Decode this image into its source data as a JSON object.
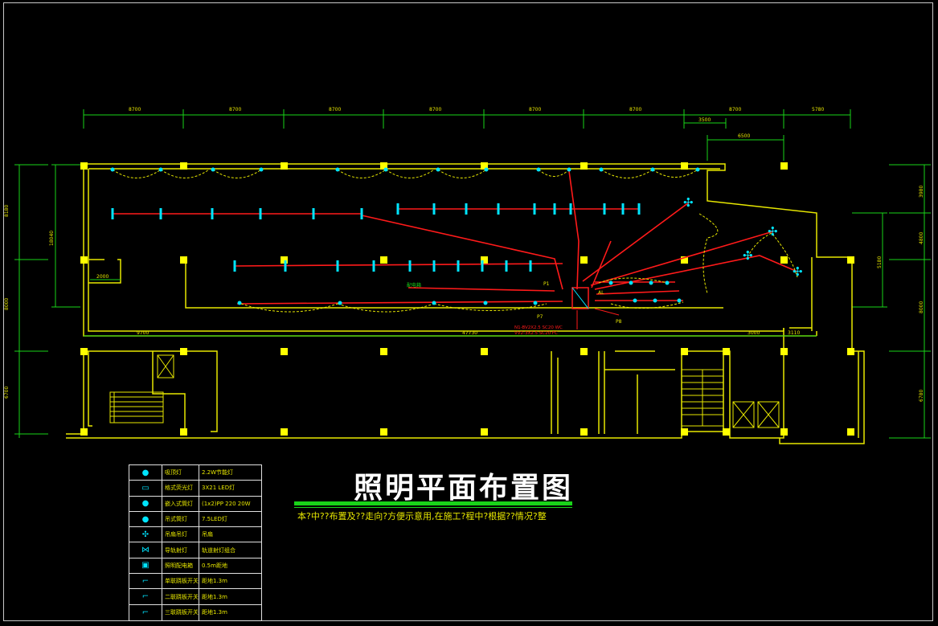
{
  "drawing": {
    "title": "照明平面布置图",
    "note": "本?中??布置及??走向?方便示意用,在施工?程中?根据??情况?整"
  },
  "dimensions": {
    "top": [
      "8700",
      "8700",
      "8700",
      "8700",
      "8700",
      "8700",
      "8700",
      "5780"
    ],
    "top_sub_1": "3500",
    "top_sub_2": "6500",
    "left_outer": [
      "8180",
      "8000",
      "6700"
    ],
    "left_inner": "18040",
    "right_outer": [
      "3980",
      "4800",
      "8000",
      "6780"
    ],
    "right_inner": "5180",
    "bottom_a": "9700",
    "bottom_b": "47730",
    "bottom_c": "3000",
    "bottom_d": "3110",
    "small_1": "2000"
  },
  "panel": {
    "label_top": "AL",
    "circuit_1": "N1-BV2X2.5 SC20 WC",
    "circuit_2": "VV2-3X2.5 SC20 FC",
    "tag_p1": "P1",
    "tag_p2": "P7",
    "tag_p3": "P8",
    "tag_zone": "配电箱"
  },
  "legend": {
    "rows": [
      {
        "icon": "ceiling-lamp-icon",
        "glyph": "●",
        "name": "吸顶灯",
        "spec": "2.2W节能灯"
      },
      {
        "icon": "fluorescent-icon",
        "glyph": "▭",
        "name": "格式荧光灯",
        "spec": "3X21 LED灯"
      },
      {
        "icon": "recessed-lamp-icon",
        "glyph": "●",
        "name": "嵌入式筒灯",
        "spec": "(1x2)PP 220 20W"
      },
      {
        "icon": "pendant-lamp-icon",
        "glyph": "●",
        "name": "吊式筒灯",
        "spec": "7.5LED灯"
      },
      {
        "icon": "fan-icon",
        "glyph": "✣",
        "name": "吊扇吊灯",
        "spec": "吊扇"
      },
      {
        "icon": "track-icon",
        "glyph": "⋈",
        "name": "导轨射灯",
        "spec": "轨道射灯组合"
      },
      {
        "icon": "panel-icon",
        "glyph": "▣",
        "name": "照明配电箱",
        "spec": "0.5m距地"
      },
      {
        "icon": "switch-1-icon",
        "glyph": "⌐",
        "name": "单联跷板开关",
        "spec": "距地1.3m"
      },
      {
        "icon": "switch-2-icon",
        "glyph": "⌐",
        "name": "二联跷板开关",
        "spec": "距地1.3m"
      },
      {
        "icon": "switch-3-icon",
        "glyph": "⌐",
        "name": "三联跷板开关",
        "spec": "距地1.3m"
      }
    ]
  },
  "colors": {
    "wall": "#e7e700",
    "dimension": "#19d419",
    "circuit": "#ff1a1a",
    "fixture": "#00e5ff",
    "background": "#000000"
  }
}
